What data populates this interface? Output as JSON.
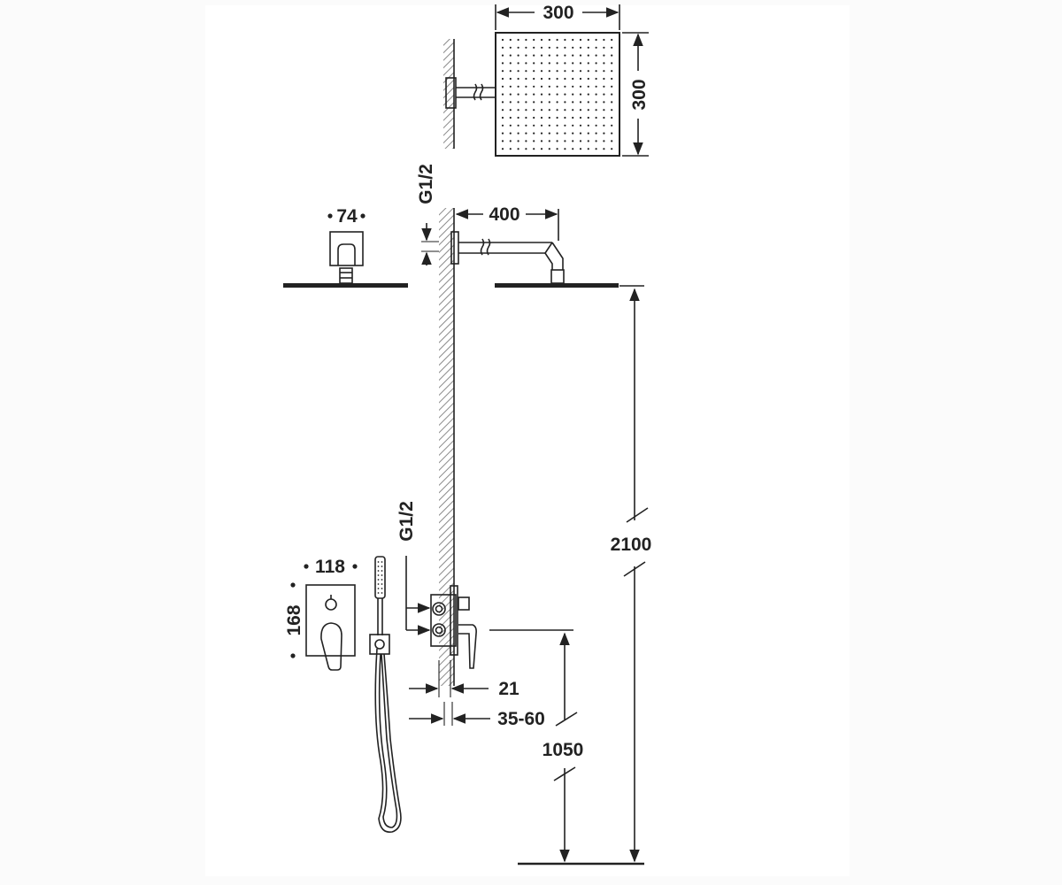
{
  "colors": {
    "ink": "#222222",
    "paper": "#ffffff",
    "background": "#fbfbfb",
    "hatch": "#8a8a8a"
  },
  "dimensions": {
    "head_width": "300",
    "head_height": "300",
    "flange_width": "74",
    "inlet_top": "G1/2",
    "arm_length": "400",
    "total_height": "2100",
    "inlet_mixer": "G1/2",
    "mixer_plate_width": "118",
    "mixer_plate_height": "168",
    "wall_offset": "21",
    "embed_depth": "35-60",
    "mixer_height": "1050"
  }
}
